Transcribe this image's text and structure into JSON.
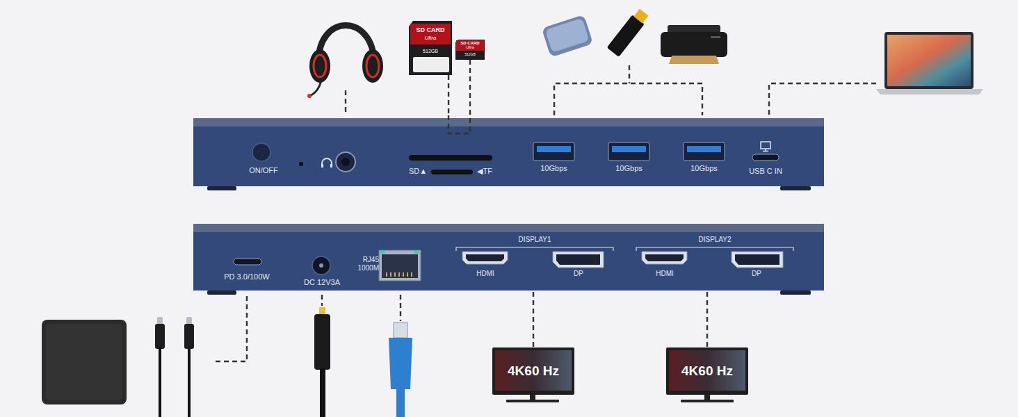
{
  "diagram": {
    "nodes": [
      {
        "text": [
          "SD CARD",
          "Ultra",
          "512GB"
        ]
      },
      {
        "text": [
          "SD CARD",
          "Ultra",
          "512GB"
        ]
      },
      {
        "text": [
          "ON/OFF"
        ]
      },
      {
        "text": [
          "SD▲",
          "◀TF"
        ]
      },
      {
        "text": [
          "10Gbps"
        ]
      },
      {
        "text": [
          "10Gbps"
        ]
      },
      {
        "text": [
          "10Gbps"
        ]
      },
      {
        "text": [
          "USB C IN"
        ]
      },
      {
        "text": [
          "PD 3.0/100W"
        ]
      },
      {
        "text": [
          "DC 12V3A"
        ]
      },
      {
        "text": [
          "RJ45 1000M"
        ]
      },
      {
        "text": [
          "DISPLAY1"
        ]
      },
      {
        "text": [
          "HDMI"
        ],
        "in": 11
      },
      {
        "text": [
          "DP"
        ],
        "in": 11
      },
      {
        "text": [
          "DISPLAY2"
        ]
      },
      {
        "text": [
          "HDMI"
        ],
        "in": 14
      },
      {
        "text": [
          "DP"
        ],
        "in": 14
      },
      {
        "text": [
          "4K60 Hz"
        ]
      },
      {
        "text": [
          "4K60 Hz"
        ]
      }
    ],
    "edges": [
      {
        "from": 0,
        "to": 3,
        "arrow": "none"
      },
      {
        "from": 1,
        "to": 3,
        "arrow": "none"
      },
      {
        "from": 11,
        "to": 17,
        "arrow": "none"
      },
      {
        "from": 14,
        "to": 18,
        "arrow": "none"
      }
    ]
  }
}
